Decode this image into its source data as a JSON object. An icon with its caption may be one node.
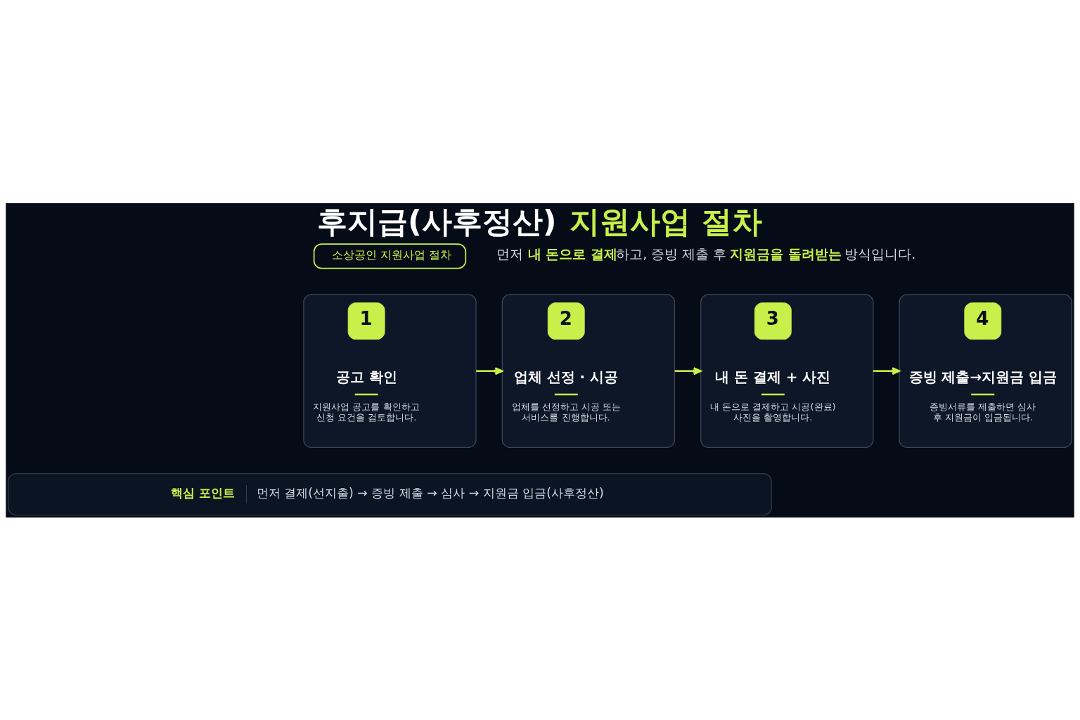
{
  "diagram": {
    "title": "후지급(사후정산) **지원사업 절차**",
    "nodes": [
      {
        "text": [
          "소상공인 지원사업 절차"
        ]
      },
      {
        "text": [
          "1",
          "공고 확인",
          "지원사업 공고를 확인하고 신청 요건을 검토합니다."
        ]
      },
      {
        "text": [
          "2",
          "업체 선정 · 시공",
          "업체를 선정하고 시공 또는 서비스를 진행합니다."
        ]
      },
      {
        "text": [
          "3",
          "내 돈 결제 + 사진",
          "내 돈으로 결제하고 시공(완료) 사진을 촬영합니다."
        ]
      },
      {
        "text": [
          "4",
          "증빙 제출→지원금 입금",
          "증빙서류를 제출하면 심사 후 지원금이 입금됩니다."
        ]
      },
      {
        "text": [
          "핵심 포인트",
          "먼저 결제(선지출) → 증빙 제출 → 심사 → 지원금 입금(사후정산)"
        ]
      }
    ],
    "edges": [
      {
        "from": 1,
        "to": 2,
        "arrow": "to"
      },
      {
        "from": 2,
        "to": 3,
        "arrow": "to"
      },
      {
        "from": 3,
        "to": 4,
        "arrow": "to"
      }
    ],
    "labels": [
      "먼저 **내 돈으로 결제**하고, 증빙 제출 후 **지원금을 돌려받는** 방식입니다."
    ]
  }
}
